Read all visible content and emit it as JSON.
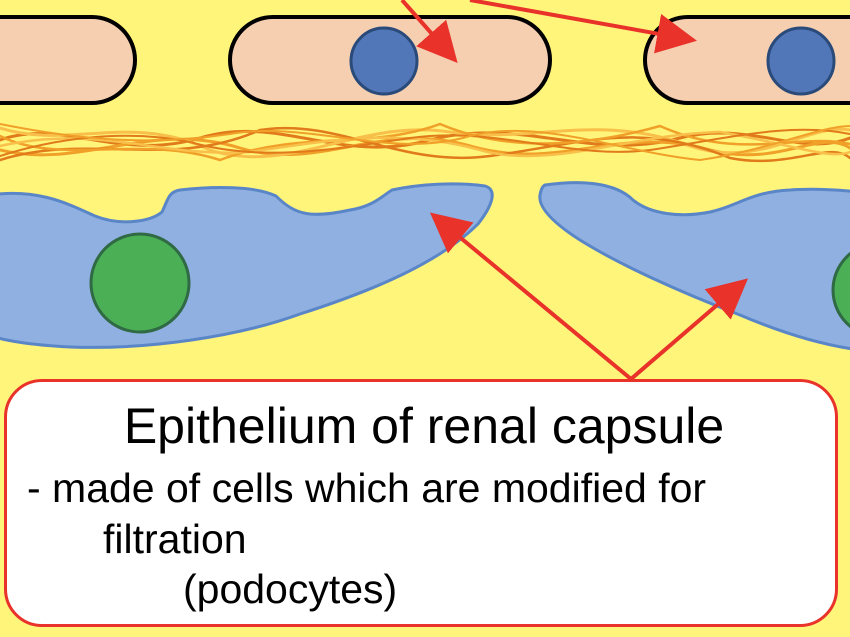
{
  "colors": {
    "background": "#fff57a",
    "endothelial_cell": "#f6cfb1",
    "endothelial_nucleus": "#5277b8",
    "podocyte": "#8fb0e0",
    "podocyte_outline": "#5a86c8",
    "podocyte_nucleus": "#4bb055",
    "basement_fibers": [
      "#f0a028",
      "#e07a1a",
      "#f8c04a"
    ],
    "arrow": "#e8322a",
    "callout_border": "#e8322a"
  },
  "callout": {
    "title": "Epithelium of renal capsule",
    "line1": "- made of cells which are modified for",
    "line2": "filtration",
    "line3": "(podocytes)"
  }
}
